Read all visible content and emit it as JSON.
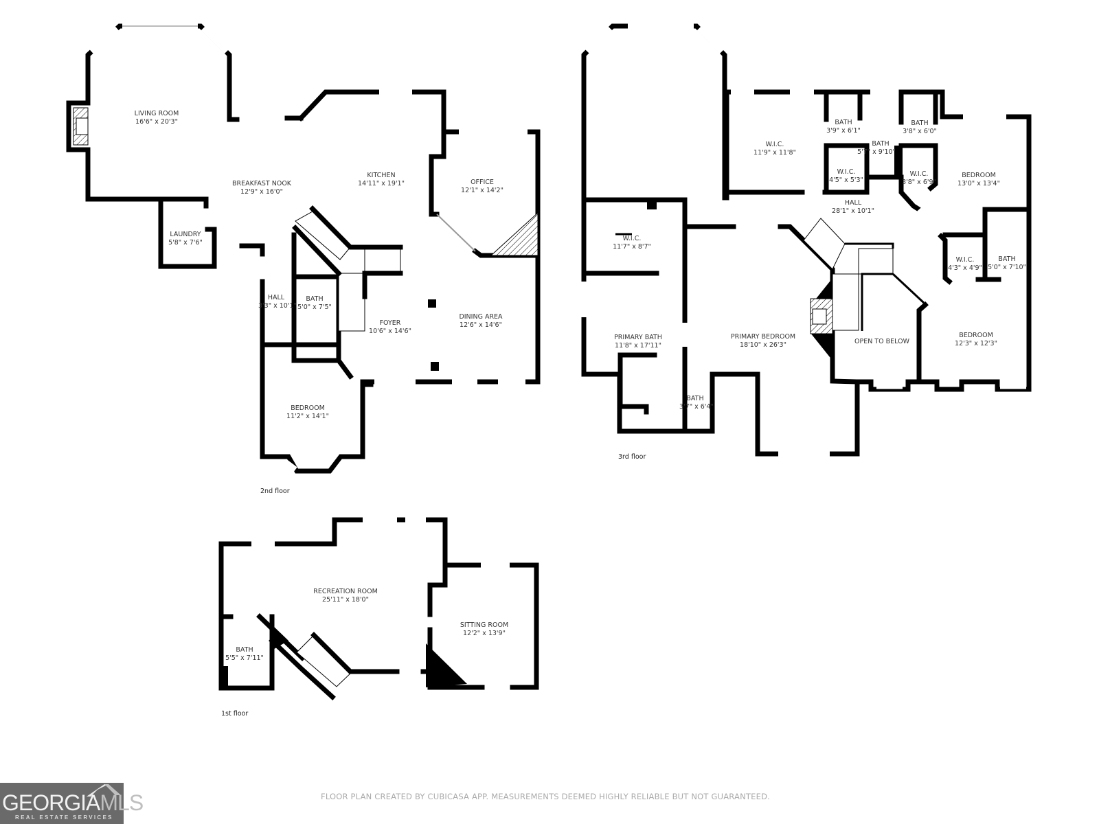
{
  "floors": [
    {
      "id": "2nd",
      "label": "2nd floor",
      "rooms": [
        {
          "name": "LIVING ROOM",
          "size": "16'6\" x 20'3\""
        },
        {
          "name": "BREAKFAST NOOK",
          "size": "12'9\" x 16'0\""
        },
        {
          "name": "KITCHEN",
          "size": "14'11\" x 19'1\""
        },
        {
          "name": "OFFICE",
          "size": "12'1\" x 14'2\""
        },
        {
          "name": "LAUNDRY",
          "size": "5'8\" x 7'6\""
        },
        {
          "name": "HALL",
          "size": "3'3\" x 10'1\""
        },
        {
          "name": "BATH",
          "size": "5'0\" x 7'5\""
        },
        {
          "name": "FOYER",
          "size": "10'6\" x 14'6\""
        },
        {
          "name": "DINING AREA",
          "size": "12'6\" x 14'6\""
        },
        {
          "name": "BEDROOM",
          "size": "11'2\" x 14'1\""
        }
      ]
    },
    {
      "id": "3rd",
      "label": "3rd floor",
      "rooms": [
        {
          "name": "W.I.C.",
          "size": "11'9\" x 11'8\""
        },
        {
          "name": "BATH",
          "size": "3'9\" x 6'1\""
        },
        {
          "name": "BATH",
          "size": "5'7\" x 9'10\""
        },
        {
          "name": "BATH",
          "size": "3'8\" x 6'0\""
        },
        {
          "name": "W.I.C.",
          "size": "4'5\" x 5'3\""
        },
        {
          "name": "W.I.C.",
          "size": "3'8\" x 6'9\""
        },
        {
          "name": "BEDROOM",
          "size": "13'0\" x 13'4\""
        },
        {
          "name": "HALL",
          "size": "28'1\" x 10'1\""
        },
        {
          "name": "W.I.C.",
          "size": "11'7\" x 8'7\""
        },
        {
          "name": "W.I.C.",
          "size": "4'3\" x 4'9\""
        },
        {
          "name": "BATH",
          "size": "5'0\" x 7'10\""
        },
        {
          "name": "PRIMARY BATH",
          "size": "11'8\" x 17'11\""
        },
        {
          "name": "PRIMARY BEDROOM",
          "size": "18'10\" x 26'3\""
        },
        {
          "name": "OPEN TO BELOW",
          "size": ""
        },
        {
          "name": "BEDROOM",
          "size": "12'3\" x 12'3\""
        },
        {
          "name": "BATH",
          "size": "3'7\" x 6'4\""
        }
      ]
    },
    {
      "id": "1st",
      "label": "1st floor",
      "rooms": [
        {
          "name": "RECREATION ROOM",
          "size": "25'11\" x 18'0\""
        },
        {
          "name": "SITTING ROOM",
          "size": "12'2\" x 13'9\""
        },
        {
          "name": "BATH",
          "size": "5'5\" x 7'11\""
        }
      ]
    }
  ],
  "footer": {
    "disclaimer": "FLOOR PLAN CREATED BY CUBICASA APP. MEASUREMENTS DEEMED HIGHLY RELIABLE BUT NOT GUARANTEED.",
    "logo_primary": "GEORGIA",
    "logo_accent": "MLS",
    "logo_tagline": "REAL ESTATE SERVICES"
  },
  "colors": {
    "wall": "#000000",
    "background": "#ffffff",
    "logo_bg": "#6a6a6a",
    "disclaimer_text": "#aaaaaa"
  }
}
